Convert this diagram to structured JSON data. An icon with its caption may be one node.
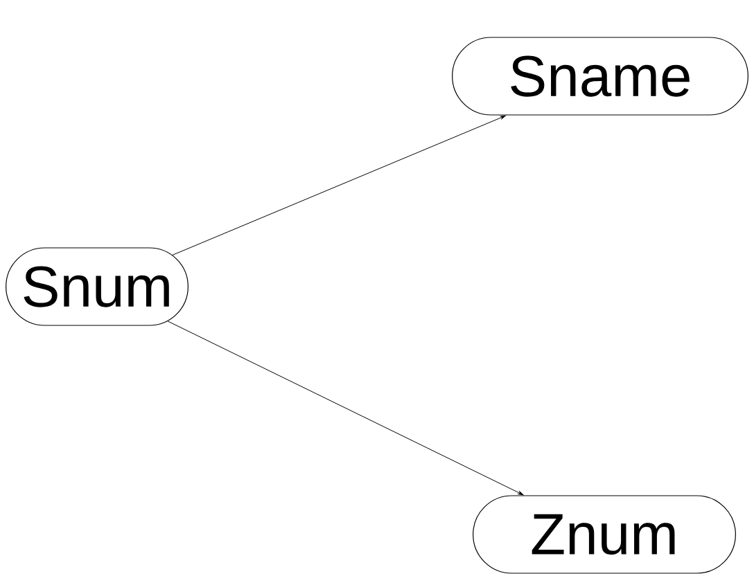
{
  "diagram": {
    "nodes": [
      {
        "text": [
          "Snum"
        ]
      },
      {
        "text": [
          "Sname"
        ]
      },
      {
        "text": [
          "Znum"
        ]
      }
    ],
    "edges": [
      {
        "from": 0,
        "to": 1,
        "arrow": "to"
      },
      {
        "from": 0,
        "to": 2,
        "arrow": "to"
      }
    ]
  }
}
